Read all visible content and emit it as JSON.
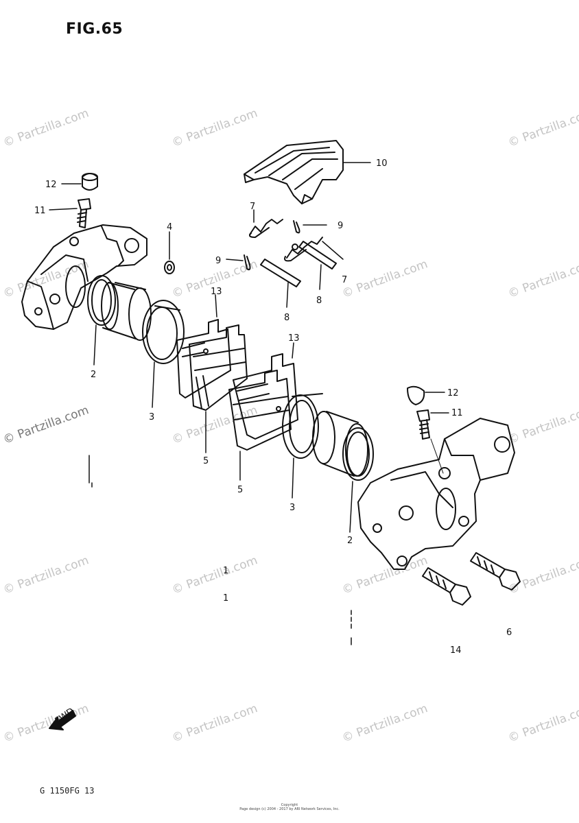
{
  "figure": {
    "title": "FIG.65",
    "code": "G 1150FG 13",
    "copyright_line1": "Copyright",
    "copyright_line2": "Page design (c) 2004 - 2017 by ARI Network Services, Inc."
  },
  "watermark": {
    "text": "© Partzilla.com"
  },
  "fwd_label": "FWD",
  "callouts": [
    "1",
    "1",
    "2",
    "2",
    "3",
    "3",
    "4",
    "5",
    "5",
    "6",
    "7",
    "7",
    "8",
    "8",
    "9",
    "9",
    "10",
    "11",
    "11",
    "12",
    "12",
    "13",
    "13",
    "14"
  ],
  "colors": {
    "line": "#111111",
    "watermark": "#c4c4c4",
    "background": "#ffffff"
  }
}
